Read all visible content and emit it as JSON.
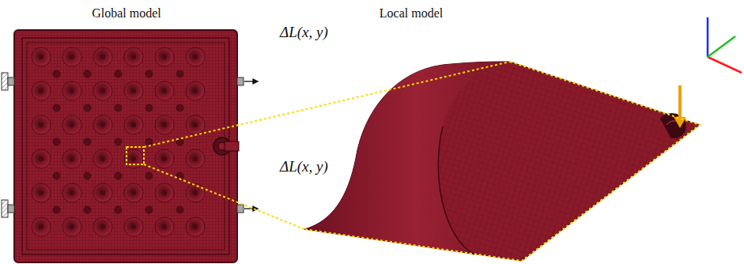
{
  "diagram": {
    "nodes": [
      {
        "text": [
          "Global model"
        ]
      },
      {
        "text": [
          "Local model"
        ]
      }
    ],
    "labels": [
      "ΔL(x, y)",
      "ΔL(x, y)"
    ]
  }
}
